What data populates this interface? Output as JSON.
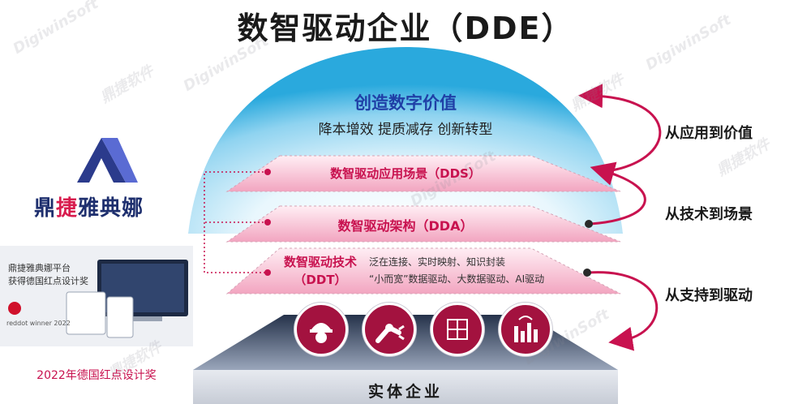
{
  "title": "数智驱动企业（DDE）",
  "dome": {
    "headline": "创造数字价值",
    "subline": "降本增效  提质减存  创新转型"
  },
  "layers": {
    "dds": "数智驱动应用场景（DDS）",
    "dda": "数智驱动架构（DDA）",
    "ddt_title_1": "数智驱动技术",
    "ddt_title_2": "（DDT）",
    "ddt_desc_1": "泛在连接、实时映射、知识封装",
    "ddt_desc_2": "“小而宽”数据驱动、大数据驱动、AI驱动"
  },
  "right_labels": {
    "value": "从应用到价值",
    "scene": "从技术到场景",
    "drive": "从支持到驱动"
  },
  "base": "实体企业",
  "logo": {
    "name_part1": "鼎",
    "name_part2": "捷",
    "name_part3": "雅典娜"
  },
  "award": {
    "line1": "鼎捷雅典娜平台",
    "line2": "获得德国红点设计奖",
    "reddot": "reddot winner 2022",
    "caption": "2022年德国红点设计奖"
  },
  "watermarks": {
    "en": "DigiwinSoft",
    "cn": "鼎捷软件"
  },
  "icons": [
    "worker-icon",
    "robot-arm-icon",
    "warehouse-icon",
    "factory-icon"
  ],
  "colors": {
    "accent": "#c8124f",
    "navy": "#1e2f6e",
    "icon_bg": "#a3123f"
  }
}
